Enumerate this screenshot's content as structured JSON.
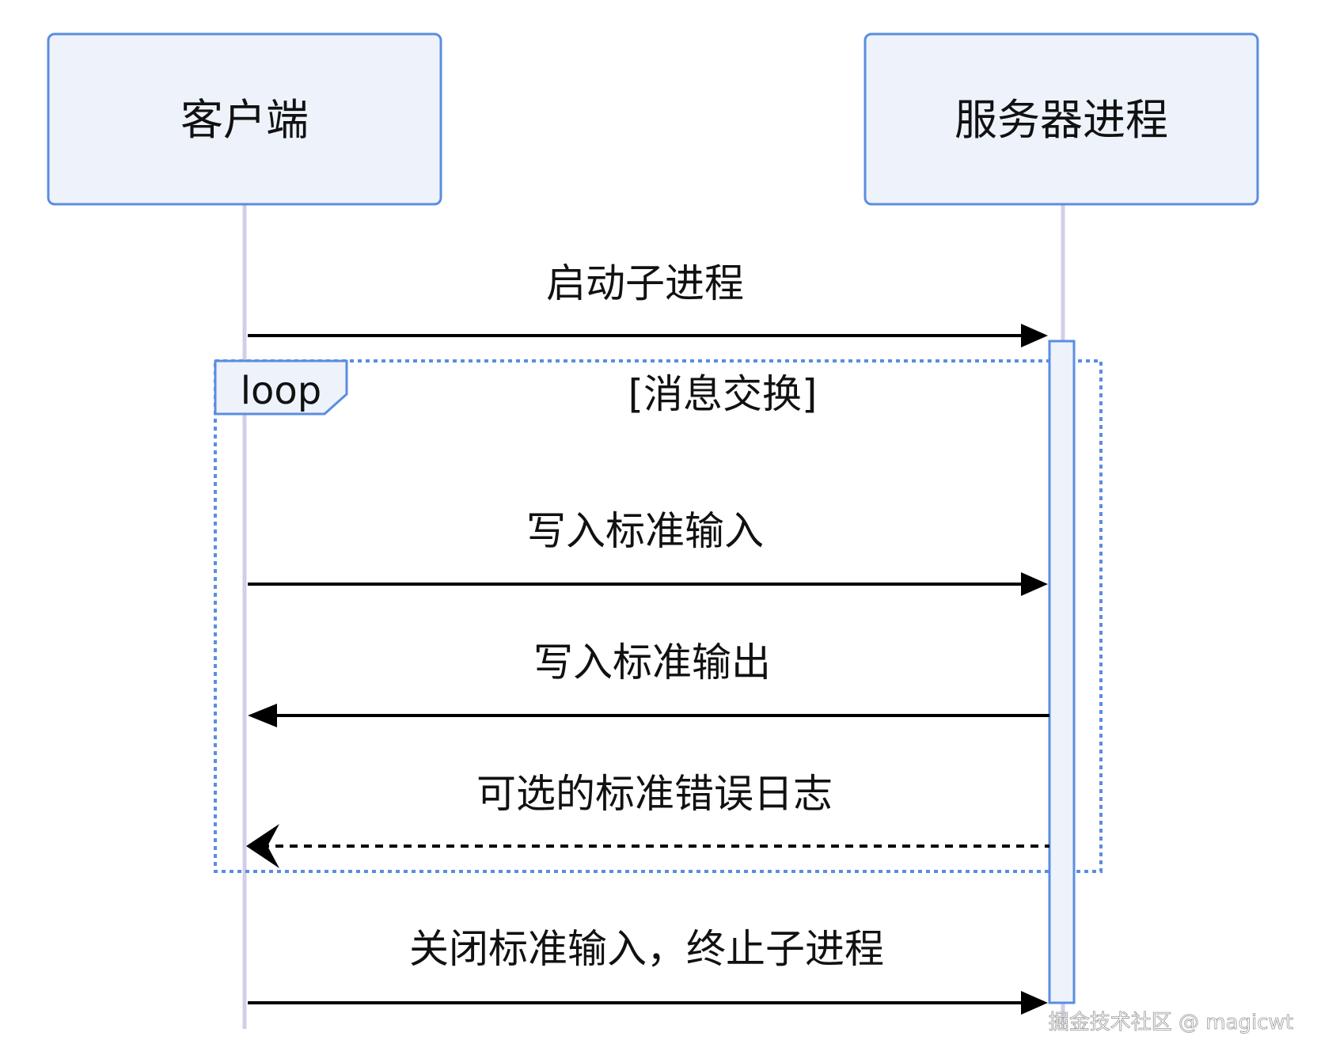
{
  "participants": [
    {
      "id": "client",
      "label": "客户端"
    },
    {
      "id": "server",
      "label": "服务器进程"
    }
  ],
  "loop": {
    "tag": "loop",
    "condition": "[消息交换]"
  },
  "messages": [
    {
      "label": "启动子进程",
      "from": "client",
      "to": "server",
      "style": "solid"
    },
    {
      "label": "写入标准输入",
      "from": "client",
      "to": "server",
      "style": "solid"
    },
    {
      "label": "写入标准输出",
      "from": "server",
      "to": "client",
      "style": "solid"
    },
    {
      "label": "可选的标准错误日志",
      "from": "server",
      "to": "client",
      "style": "dashed"
    },
    {
      "label": "关闭标准输入，终止子进程",
      "from": "client",
      "to": "server",
      "style": "solid"
    }
  ],
  "watermark": "掘金技术社区 @ magicwt",
  "colors": {
    "participant_fill": "#eef3fb",
    "participant_border": "#5b8de0",
    "lifeline": "#d4cde8",
    "loop_border": "#5b8de0",
    "activation_fill": "#eef3fb",
    "arrow": "#000000"
  }
}
